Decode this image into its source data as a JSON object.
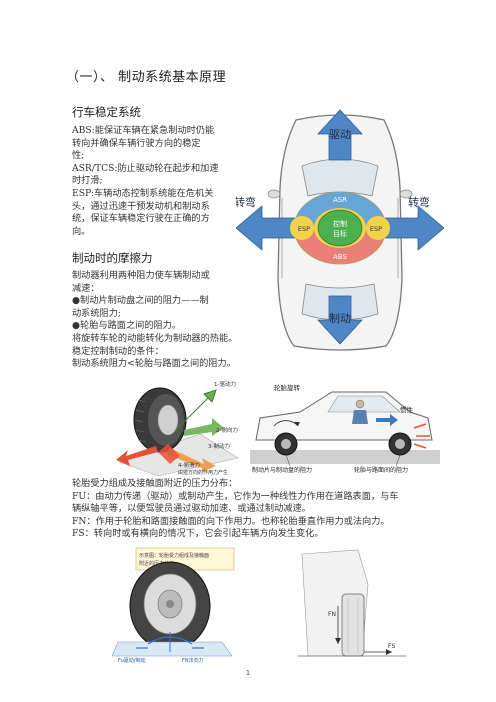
{
  "title": "（一）、 制动系统基本原理",
  "section1": {
    "heading": "行车稳定系统",
    "lines": [
      "ABS:能保证车辆在紧急制动时仍能",
      "转向并确保车辆行驶方向的稳定",
      "性;",
      "ASR/TCS:防止驱动轮在起步和加速",
      "时打滑;",
      "ESP:车辆动态控制系统能在危机关",
      "头，通过迅速干预发动机和制动系",
      "统，保证车辆稳定行驶在正确的方",
      "向。"
    ]
  },
  "car_figure": {
    "top_arrow": "驱动",
    "bottom_arrow": "制动",
    "left_arrow": "转弯",
    "right_arrow": "转弯",
    "ring_top": "ASR",
    "ring_left": "ESP",
    "ring_right": "ESP",
    "ring_bottom": "ABS",
    "center_line1": "控制",
    "center_line2": "目标"
  },
  "section2": {
    "heading": "制动时的摩擦力",
    "lines": [
      "制动器利用两种阻力使车辆制动或",
      "减速：",
      "●制动片制动盘之间的阻力——制",
      "动系统阻力;",
      "●轮胎与路面之间的阻力。",
      "将旋转车轮的动能转化为制动器的热能。",
      "稳定控制制动的条件：",
      "制动系统阻力<轮胎与路面之间的阻力。"
    ]
  },
  "tire_figure": {
    "label1": "1-驱动力",
    "label2": "2-侧向力",
    "label3": "3-制动力",
    "label4": "4-侧滑力",
    "label_bottom": "由迹方向的作用力产生"
  },
  "brake_figure": {
    "label_tire_turn": "轮胎旋转",
    "label_inertia": "惯性",
    "label_disc": "制动片与制动盘的阻力",
    "label_road": "轮胎与路面间的阻力"
  },
  "section3": {
    "lines": [
      "轮胎受力组成及接触面附近的压力分布：",
      "FU：由动力传递（驱动）或制动产生，它作为一种线性力作用在道路表面，与车",
      "辆纵轴平等，以便驾驶员通过驱动加速、或通过制动减速。",
      "FN：作用于轮胎和路面接触面的向下作用力。也称轮胎垂直作用力或法向力。",
      "FS：转向时或有横向的情况下，它会引起车辆方向发生变化。"
    ]
  },
  "bottom_left_figure": {
    "note_line1": "示意图：轮胎受力组成及接触面",
    "note_line2": "附近的压力分布",
    "label_fu": "Fu驱动/制动",
    "label_fn": "FN法向力"
  },
  "bottom_right_figure": {
    "label_fn": "FN",
    "label_fs": "FS"
  },
  "page_number": "1",
  "colors": {
    "arrow_blue": "#4f86c6",
    "ring_blue": "#5ea2dc",
    "ring_yellow": "#f2d24a",
    "ring_red": "#e87a7a",
    "center_green": "#4caf50",
    "red_arrow": "#e8503a",
    "green_arrow": "#6ab04c",
    "orange_arrow": "#f0a050"
  }
}
